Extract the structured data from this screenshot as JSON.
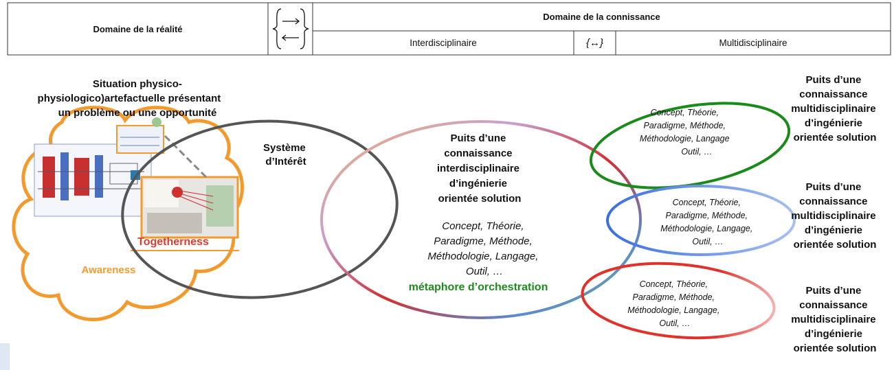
{
  "header": {
    "reality_domain": "Domaine de la réalité",
    "knowledge_domain": "Domaine de la connissance",
    "interdisciplinary": "Interdisciplinaire",
    "multidisciplinary": "Multidisciplinaire",
    "bracket_arrows_symbol": "{⟶ ⟵}",
    "bidirectional_symbol": "{↔}"
  },
  "situation_title": [
    "Situation physico-",
    "physiologico)artefactuelle présentant",
    "un problème ou une opportunité"
  ],
  "awareness_label": "Awareness",
  "togetherness_label": "Togetherness",
  "system_label": [
    "Système",
    "d’Intérêt"
  ],
  "central_well": {
    "title": [
      "Puits d’une",
      "connaissance",
      "interdisciplinaire",
      "d’ingénierie",
      "orientée solution"
    ],
    "items": [
      "Concept, Théorie,",
      "Paradigme, Méthode,",
      "Méthodologie, Langage,",
      "Outil, …"
    ]
  },
  "orchestration_label": "métaphore d’orchestration",
  "multi_wells": [
    {
      "title": [
        "Puits d’une",
        "connaissance",
        "multidisciplinaire",
        "d’ingénierie",
        "orientée solution"
      ],
      "items": [
        "Concept, Théorie,",
        "Paradigme, Méthode,",
        "Méthodologie, Langage",
        "Outil, …"
      ]
    },
    {
      "title": [
        "Puits d’une",
        "connaissance",
        "multidisciplinaire",
        "d’ingénierie",
        "orientée solution"
      ],
      "items": [
        "Concept, Théorie,",
        "Paradigme, Méthode,",
        "Méthodologie, Langage,",
        "Outil, …"
      ]
    },
    {
      "title": [
        "Puits d’une",
        "connaissance",
        "multidisciplinaire",
        "d’ingénierie",
        "orientée solution"
      ],
      "items": [
        "Concept, Théorie,",
        "Paradigme, Méthode,",
        "Méthodologie, Langage,",
        "Outil, …"
      ]
    }
  ],
  "colors": {
    "awareness": "#f39a2e",
    "togetherness": "#e03a2e",
    "system": "#555555",
    "orchestration": "#1f8a1f",
    "green_well": "#1a8a1a",
    "blue_well": "#4a7de0",
    "red_well": "#e0322a"
  }
}
